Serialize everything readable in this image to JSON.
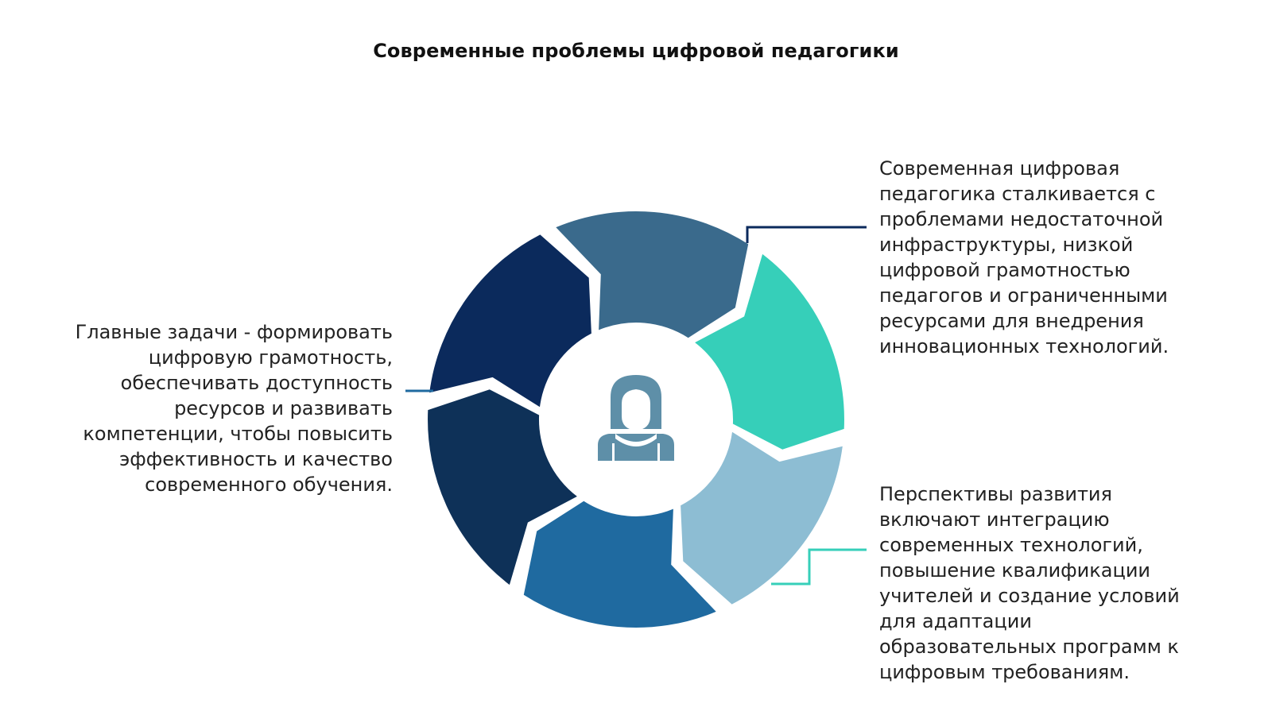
{
  "title": "Современные проблемы цифровой педагогики",
  "center_icon": {
    "name": "teacher-icon",
    "color": "#5e8fa8"
  },
  "colors": {
    "segment_navy_top": "#0e3158",
    "segment_dark_navy": "#0b2a5c",
    "segment_slate_blue": "#3a6a8c",
    "segment_teal": "#36cfb9",
    "segment_light_blue": "#8dbdd3",
    "segment_mid_blue": "#1f6aa0",
    "connector_top": "#0b2a5c",
    "connector_left": "#1f6aa0",
    "connector_bottom": "#36cfb9"
  },
  "texts": {
    "left": {
      "lines": [
        "Главные задачи - формировать",
        "цифровую грамотность,",
        "обеспечивать доступность",
        "ресурсов и развивать",
        "компетенции, чтобы повысить",
        "эффективность и качество",
        "современного обучения."
      ]
    },
    "right_top": {
      "lines": [
        "Современная цифровая",
        "педагогика сталкивается с",
        "проблемами недостаточной",
        "инфраструктуры, низкой",
        "цифровой грамотностью",
        "педагогов и ограниченными",
        "ресурсами для внедрения",
        "инновационных технологий."
      ]
    },
    "right_bottom": {
      "lines": [
        "Перспективы развития",
        "включают интеграцию",
        "современных технологий,",
        "повышение квалификации",
        "учителей и создание условий",
        "для адаптации",
        "образовательных программ к",
        "цифровым требованиям."
      ]
    }
  }
}
